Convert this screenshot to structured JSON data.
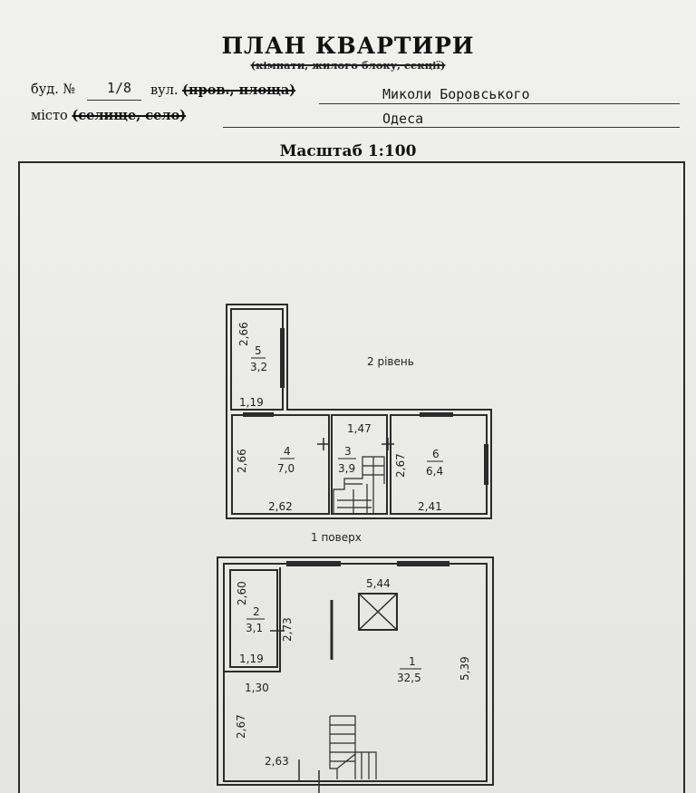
{
  "header": {
    "title": "ПЛАН КВАРТИРИ",
    "subtitle": "(кімнати, жилого блоку, секції)",
    "bud_label": "буд. №",
    "bud_value": "1/8",
    "vul_label": "вул.",
    "vul_struck": "(пров., площа)",
    "street_value": "Миколи Боровського",
    "misto_label": "місто",
    "misto_struck": "(селище, село)",
    "city_value": "Одеса",
    "scale": "Масштаб 1:100"
  },
  "plan": {
    "level2_label": "2 рівень",
    "level1_label": "1 поверх",
    "rooms": [
      {
        "number": "5",
        "area": "3,2"
      },
      {
        "number": "4",
        "area": "7,0"
      },
      {
        "number": "3",
        "area": "3,9"
      },
      {
        "number": "6",
        "area": "6,4"
      },
      {
        "number": "2",
        "area": "3,1"
      },
      {
        "number": "1",
        "area": "32,5"
      }
    ],
    "dimensions": {
      "r5_height": "2,66",
      "r5_width": "1,19",
      "r4_height": "2,66",
      "r4_width": "2,62",
      "r3_width": "1,47",
      "r6_height": "2,67",
      "r6_width": "2,41",
      "r2_height": "2,60",
      "r2_side": "2,73",
      "r2_width": "1,19",
      "r1_top": "5,44",
      "r1_side": "5,39",
      "r1_inner": "1,30",
      "r1_left": "2,67",
      "r1_bottom": "2,63"
    }
  }
}
